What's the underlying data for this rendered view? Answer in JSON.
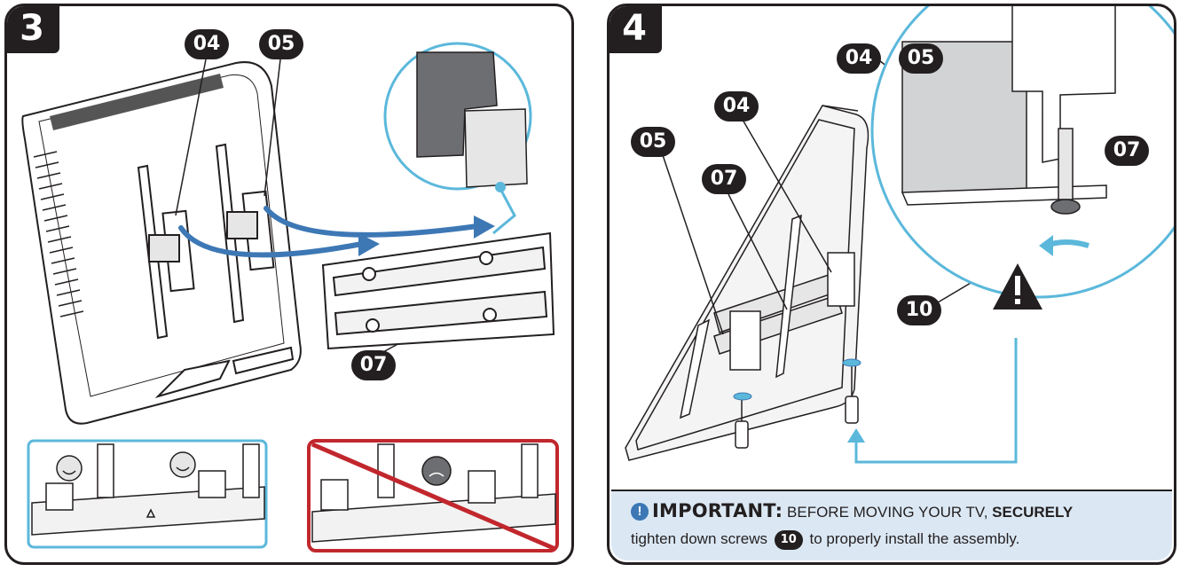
{
  "panel3": {
    "step": "3",
    "labels": {
      "part_04": "04",
      "part_05": "05",
      "part_07": "07"
    }
  },
  "panel4": {
    "step": "4",
    "labels": {
      "part_04": "04",
      "part_05": "05",
      "part_07": "07",
      "detail_04": "04",
      "detail_05": "05",
      "detail_07": "07",
      "detail_10": "10"
    },
    "important": {
      "heading": "IMPORTANT:",
      "text_before": "BEFORE MOVING YOUR TV,",
      "emphasis": "SECURELY",
      "line2_before": "tighten down screws",
      "screw_ref": "10",
      "line2_after": "to properly install the assembly."
    }
  },
  "colors": {
    "outline": "#231f20",
    "accent_blue": "#5bb8db",
    "arrow_blue": "#3d78b5",
    "warning_red": "#c1272d",
    "note_background": "#dbe8f4"
  }
}
